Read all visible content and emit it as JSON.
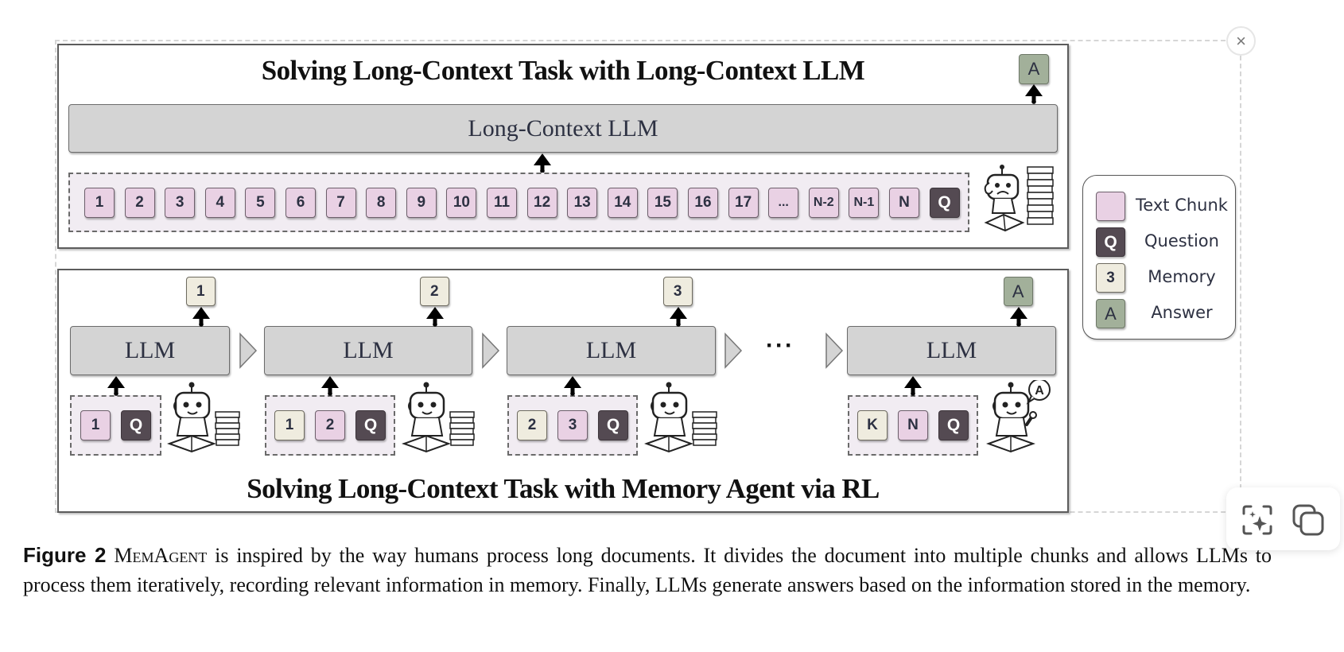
{
  "overlay": {
    "close_icon": "×"
  },
  "top_panel": {
    "title": "Solving Long-Context Task with Long-Context LLM",
    "llm_label": "Long-Context LLM",
    "answer_chip": "A",
    "input_chunks": [
      "1",
      "2",
      "3",
      "4",
      "5",
      "6",
      "7",
      "8",
      "9",
      "10",
      "11",
      "12",
      "13",
      "14",
      "15",
      "16",
      "17",
      "...",
      "N-2",
      "N-1",
      "N"
    ],
    "question_chip": "Q",
    "robot": "confused-robot-reading-with-book-stack"
  },
  "bottom_panel": {
    "title": "Solving Long-Context Task with Memory Agent via RL",
    "steps": [
      {
        "llm_label": "LLM",
        "output": {
          "label": "1",
          "kind": "memory"
        },
        "inputs": [
          {
            "label": "1",
            "kind": "text"
          },
          {
            "label": "Q",
            "kind": "question"
          }
        ],
        "robot": "robot-reading"
      },
      {
        "llm_label": "LLM",
        "output": {
          "label": "2",
          "kind": "memory"
        },
        "inputs": [
          {
            "label": "1",
            "kind": "memory"
          },
          {
            "label": "2",
            "kind": "text"
          },
          {
            "label": "Q",
            "kind": "question"
          }
        ],
        "robot": "robot-reading"
      },
      {
        "llm_label": "LLM",
        "output": {
          "label": "3",
          "kind": "memory"
        },
        "inputs": [
          {
            "label": "2",
            "kind": "memory"
          },
          {
            "label": "3",
            "kind": "text"
          },
          {
            "label": "Q",
            "kind": "question"
          }
        ],
        "robot": "robot-reading"
      },
      {
        "llm_label": "LLM",
        "output": {
          "label": "A",
          "kind": "answer"
        },
        "inputs": [
          {
            "label": "K",
            "kind": "memory"
          },
          {
            "label": "N",
            "kind": "text"
          },
          {
            "label": "Q",
            "kind": "question"
          }
        ],
        "robot": "robot-answering",
        "speech_bubble": "A"
      }
    ],
    "ellipsis": "···"
  },
  "legend": {
    "items": [
      {
        "chip": "",
        "kind": "text",
        "label": "Text Chunk"
      },
      {
        "chip": "Q",
        "kind": "question",
        "label": "Question"
      },
      {
        "chip": "3",
        "kind": "memory",
        "label": "Memory"
      },
      {
        "chip": "A",
        "kind": "answer",
        "label": "Answer"
      }
    ]
  },
  "colors": {
    "text_chunk": "#e9d1e4",
    "question": "#544a52",
    "memory": "#efecdf",
    "answer": "#a2b09a",
    "llm_box": "#d4d4d4",
    "strip": "#f1ecf2"
  },
  "caption": {
    "label": "Figure 2",
    "name": "MemAgent",
    "text": " is inspired by the way humans process long documents. It divides the document into multiple chunks and allows LLMs to process them iteratively, recording relevant information in memory. Finally, LLMs generate answers based on the information stored in the memory."
  },
  "actions": {
    "ai_scan_icon": "sparkle-scan",
    "copy_icon": "copy"
  }
}
